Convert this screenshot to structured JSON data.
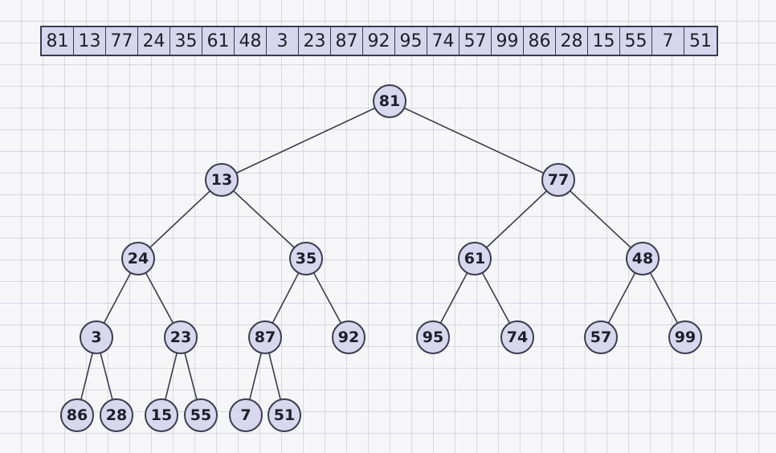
{
  "array": {
    "values": [
      "81",
      "13",
      "77",
      "24",
      "35",
      "61",
      "48",
      "3",
      "23",
      "87",
      "92",
      "95",
      "74",
      "57",
      "99",
      "86",
      "28",
      "15",
      "55",
      "7",
      "51"
    ]
  },
  "tree": {
    "nodes": [
      "81",
      "13",
      "77",
      "24",
      "35",
      "61",
      "48",
      "3",
      "23",
      "87",
      "92",
      "95",
      "74",
      "57",
      "99",
      "86",
      "28",
      "15",
      "55",
      "7",
      "51"
    ]
  },
  "colors": {
    "node_fill": "#d8d7ed",
    "cell_fill": "#d7d6ec",
    "stroke": "#3c3c50",
    "background": "#f6f6f9"
  }
}
